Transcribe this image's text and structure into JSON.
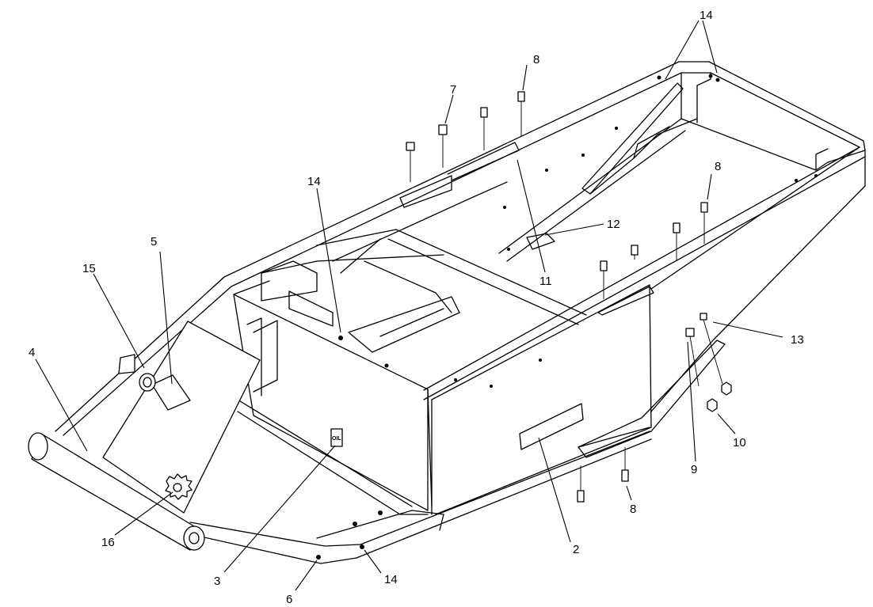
{
  "diagram": {
    "callouts": [
      {
        "id": "c14-top",
        "text": "14"
      },
      {
        "id": "c8-top",
        "text": "8"
      },
      {
        "id": "c7",
        "text": "7"
      },
      {
        "id": "c14-mid",
        "text": "14"
      },
      {
        "id": "c8-right",
        "text": "8"
      },
      {
        "id": "c12",
        "text": "12"
      },
      {
        "id": "c5",
        "text": "5"
      },
      {
        "id": "c15",
        "text": "15"
      },
      {
        "id": "c11",
        "text": "11"
      },
      {
        "id": "c13",
        "text": "13"
      },
      {
        "id": "c4",
        "text": "4"
      },
      {
        "id": "c10",
        "text": "10"
      },
      {
        "id": "c9",
        "text": "9"
      },
      {
        "id": "c8-bottom",
        "text": "8"
      },
      {
        "id": "c16",
        "text": "16"
      },
      {
        "id": "c2",
        "text": "2"
      },
      {
        "id": "c3",
        "text": "3"
      },
      {
        "id": "c14-bottom",
        "text": "14"
      },
      {
        "id": "c6",
        "text": "6"
      }
    ],
    "oil_label": "OIL"
  }
}
